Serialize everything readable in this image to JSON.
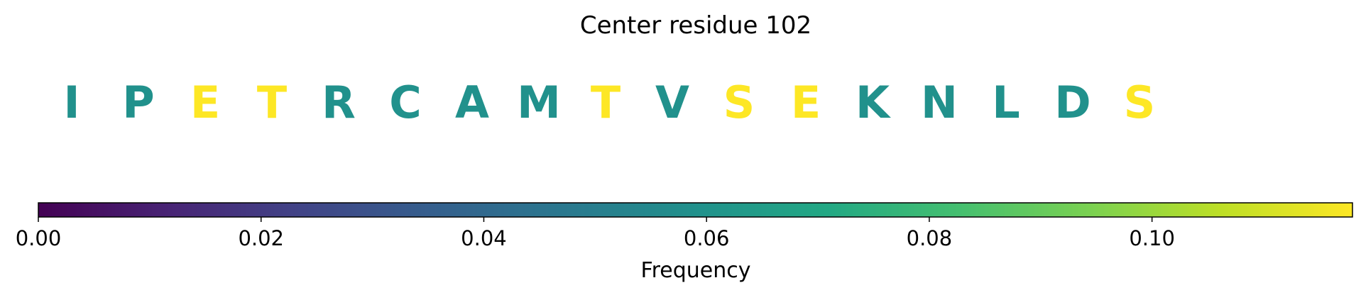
{
  "chart_data": {
    "type": "heatmap",
    "title": "Center residue 102",
    "residues": [
      {
        "letter": "I",
        "value": 0.059
      },
      {
        "letter": "P",
        "value": 0.059
      },
      {
        "letter": "E",
        "value": 0.118
      },
      {
        "letter": "T",
        "value": 0.118
      },
      {
        "letter": "R",
        "value": 0.059
      },
      {
        "letter": "C",
        "value": 0.059
      },
      {
        "letter": "A",
        "value": 0.059
      },
      {
        "letter": "M",
        "value": 0.059
      },
      {
        "letter": "T",
        "value": 0.118
      },
      {
        "letter": "V",
        "value": 0.059
      },
      {
        "letter": "S",
        "value": 0.118
      },
      {
        "letter": "E",
        "value": 0.118
      },
      {
        "letter": "K",
        "value": 0.059
      },
      {
        "letter": "N",
        "value": 0.059
      },
      {
        "letter": "L",
        "value": 0.059
      },
      {
        "letter": "D",
        "value": 0.059
      },
      {
        "letter": "S",
        "value": 0.118
      }
    ],
    "colorbar": {
      "label": "Frequency",
      "range": [
        0,
        0.118
      ],
      "colormap": "viridis",
      "ticks": [
        {
          "value": 0.0,
          "label": "0.00"
        },
        {
          "value": 0.02,
          "label": "0.02"
        },
        {
          "value": 0.04,
          "label": "0.04"
        },
        {
          "value": 0.06,
          "label": "0.06"
        },
        {
          "value": 0.08,
          "label": "0.08"
        },
        {
          "value": 0.1,
          "label": "0.10"
        }
      ]
    }
  }
}
